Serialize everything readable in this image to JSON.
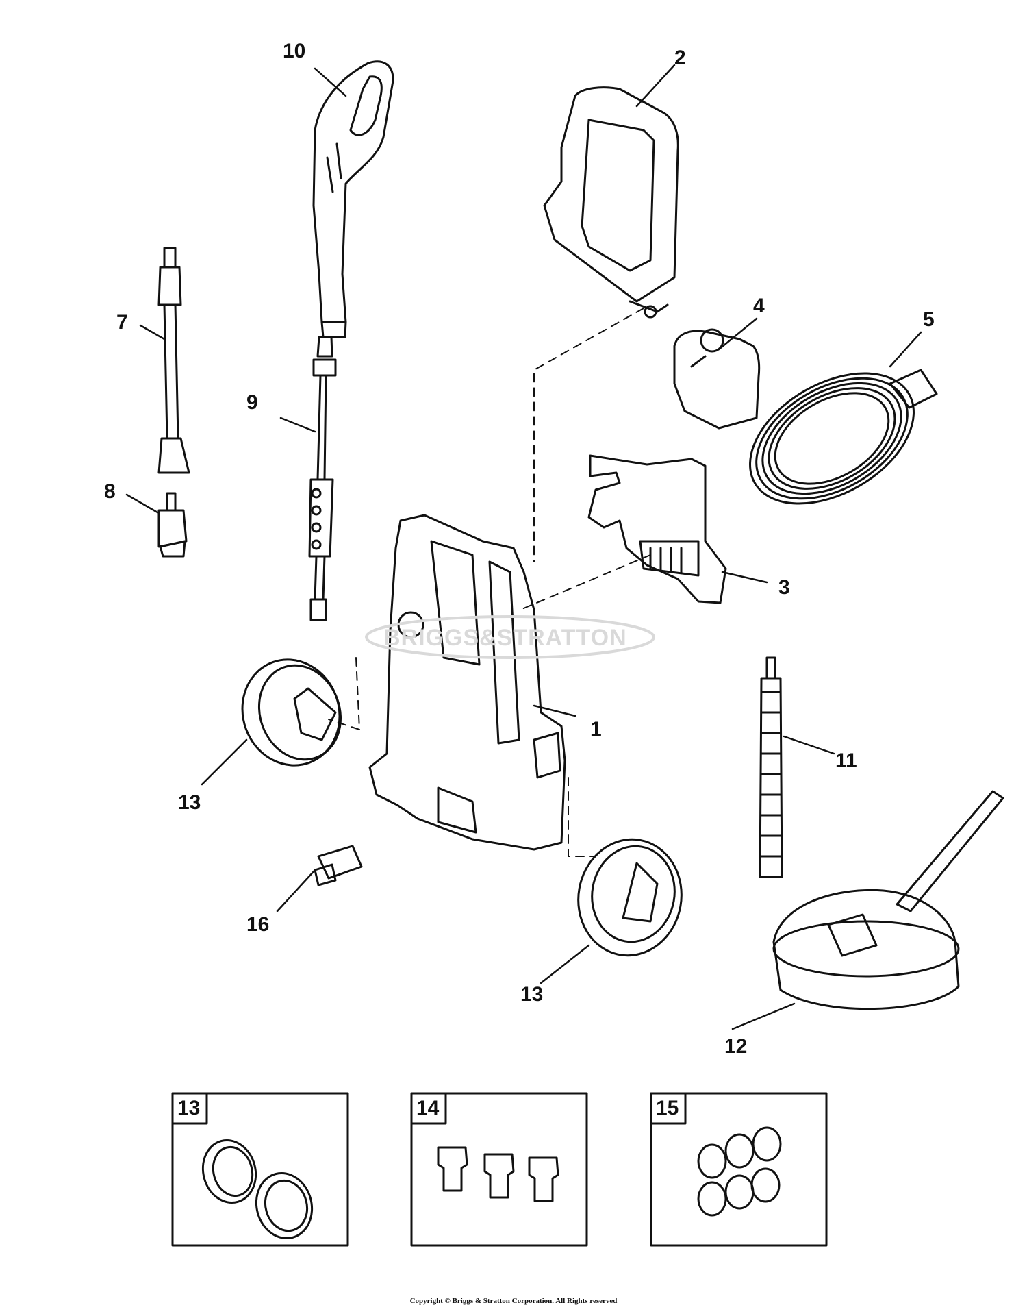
{
  "diagram": {
    "watermark": "BRIGGS&STRATTON",
    "callouts": {
      "c1": "1",
      "c2": "2",
      "c3": "3",
      "c4": "4",
      "c5": "5",
      "c7": "7",
      "c8": "8",
      "c9": "9",
      "c10": "10",
      "c11": "11",
      "c12": "12",
      "c13a": "13",
      "c13b": "13",
      "c16": "16"
    },
    "kit_boxes": [
      {
        "number": "13",
        "contents": "wheel-pair"
      },
      {
        "number": "14",
        "contents": "quick-connect-fittings"
      },
      {
        "number": "15",
        "contents": "o-rings"
      }
    ],
    "copyright": "Copyright © Briggs & Stratton Corporation. All Rights reserved"
  }
}
